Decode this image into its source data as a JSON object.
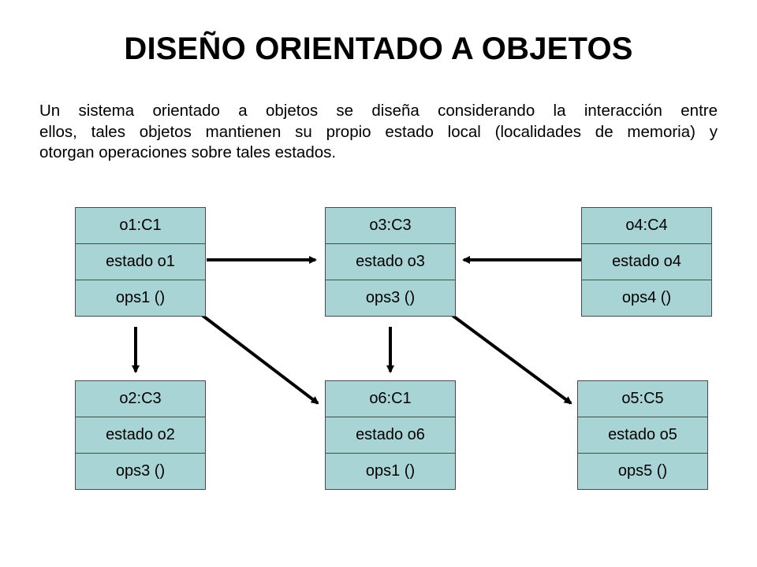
{
  "title": "DISEÑO ORIENTADO A OBJETOS",
  "intro": {
    "lines": [
      "Un sistema orientado a objetos se diseña considerando la interacción entre",
      "ellos, tales objetos mantienen su propio estado local (localidades de memoria) y",
      "otorgan operaciones sobre tales estados."
    ]
  },
  "colors": {
    "box_fill": "#a9d4d6",
    "box_border": "#4a4a4a",
    "arrow": "#000000"
  },
  "objects": {
    "o1": {
      "name": "o1:C1",
      "state": "estado o1",
      "ops": "ops1 ()"
    },
    "o3": {
      "name": "o3:C3",
      "state": "estado o3",
      "ops": "ops3 ()"
    },
    "o4": {
      "name": "o4:C4",
      "state": "estado o4",
      "ops": "ops4 ()"
    },
    "o2": {
      "name": "o2:C3",
      "state": "estado o2",
      "ops": "ops3 ()"
    },
    "o6": {
      "name": "o6:C1",
      "state": "estado o6",
      "ops": "ops1 ()"
    },
    "o5": {
      "name": "o5:C5",
      "state": "estado o5",
      "ops": "ops5 ()"
    }
  },
  "connections": [
    {
      "from": "o1",
      "to": "o3"
    },
    {
      "from": "o4",
      "to": "o3"
    },
    {
      "from": "o1",
      "to": "o2"
    },
    {
      "from": "o1",
      "to": "o6"
    },
    {
      "from": "o3",
      "to": "o6"
    },
    {
      "from": "o3",
      "to": "o5"
    }
  ]
}
